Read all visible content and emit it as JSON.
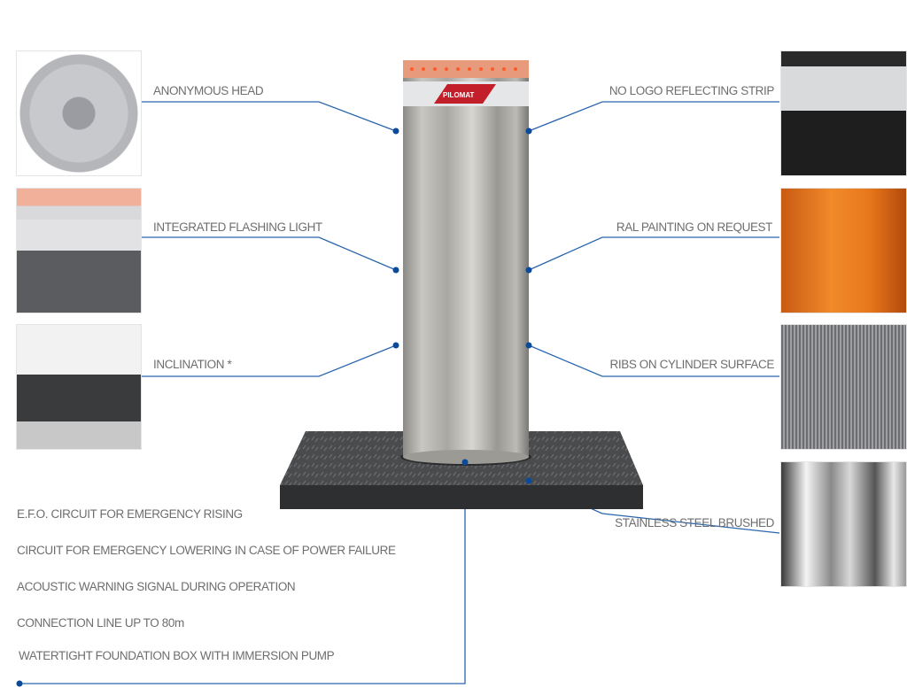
{
  "left_features": [
    {
      "label": "ANONYMOUS HEAD"
    },
    {
      "label": "INTEGRATED FLASHING LIGHT"
    },
    {
      "label": "INCLINATION  *"
    }
  ],
  "right_features": [
    {
      "label": "NO LOGO REFLECTING STRIP"
    },
    {
      "label": "RAL PAINTING ON REQUEST"
    },
    {
      "label": "RIBS ON CYLINDER SURFACE"
    },
    {
      "label": "STAINLESS STEEL BRUSHED"
    }
  ],
  "bottom_features": [
    "E.F.O. CIRCUIT FOR EMERGENCY RISING",
    "CIRCUIT FOR EMERGENCY LOWERING IN CASE OF POWER FAILURE",
    "ACOUSTIC WARNING SIGNAL DURING OPERATION",
    "CONNECTION LINE UP TO 80m",
    "WATERTIGHT FOUNDATION BOX WITH IMMERSION PUMP"
  ],
  "brand_logo": "PILOMAT",
  "colors": {
    "leader": "#1f5fa8",
    "dot": "#0a4a9a",
    "text": "#6e6e6e"
  }
}
